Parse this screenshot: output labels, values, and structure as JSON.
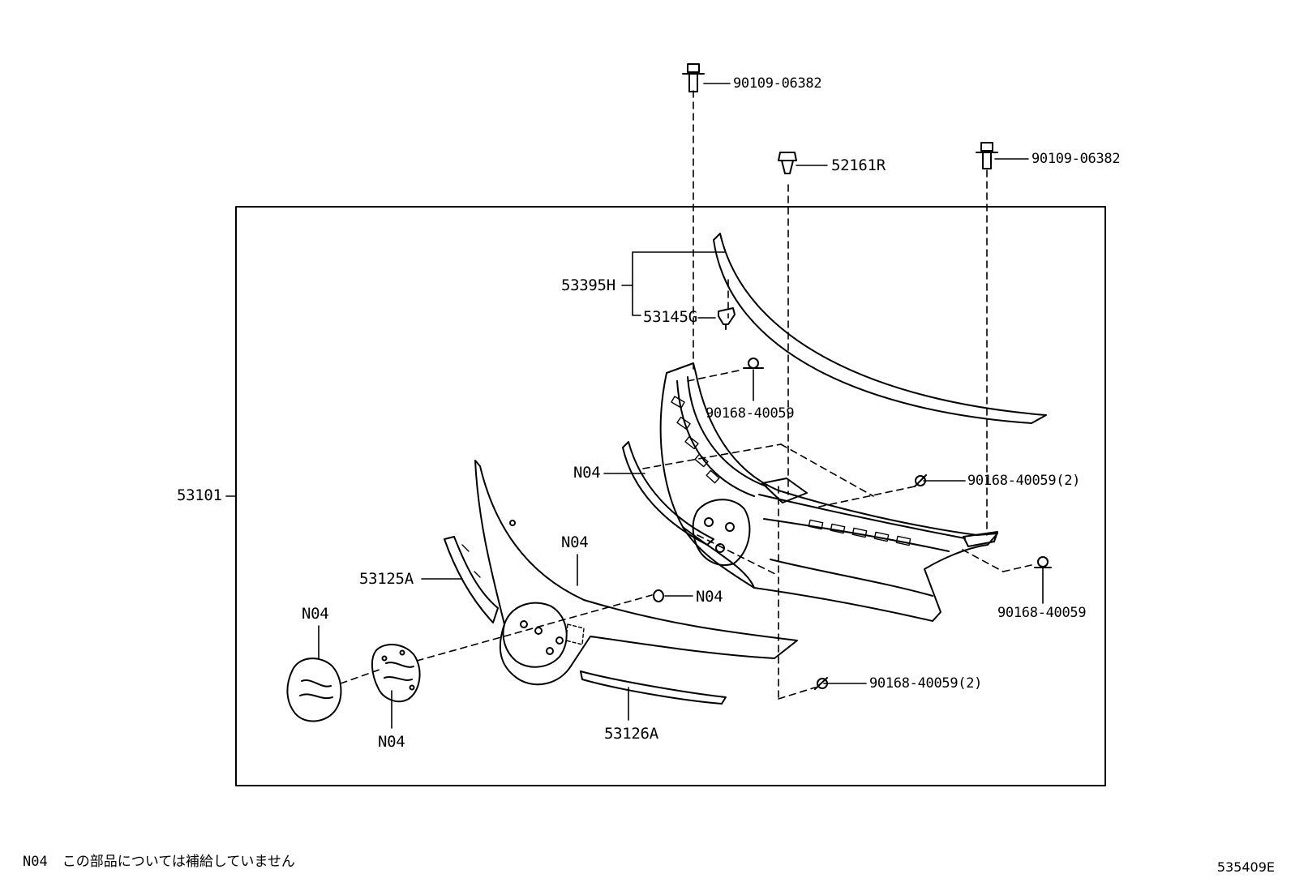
{
  "labels": {
    "bolt_top": "90109-06382",
    "clip_top": "52161R",
    "bolt_top_right": "90109-06382",
    "molding_set": "53395H",
    "clip_molding": "53145G",
    "screw_upper": "90168-40059",
    "grille_assy": "53101",
    "n04_lower_grille": "N04",
    "screw_mid_right": "90168-40059(2)",
    "screw_right": "90168-40059",
    "n04_upper_grille": "N04",
    "molding_left": "53125A",
    "n04_nut": "N04",
    "n04_emblem": "N04",
    "n04_emblem_base": "N04",
    "screw_lower": "90168-40059(2)",
    "molding_lower": "53126A"
  },
  "footnote": {
    "code": "N04",
    "text": "この部品については補給していません"
  },
  "figure_id": "535409E"
}
